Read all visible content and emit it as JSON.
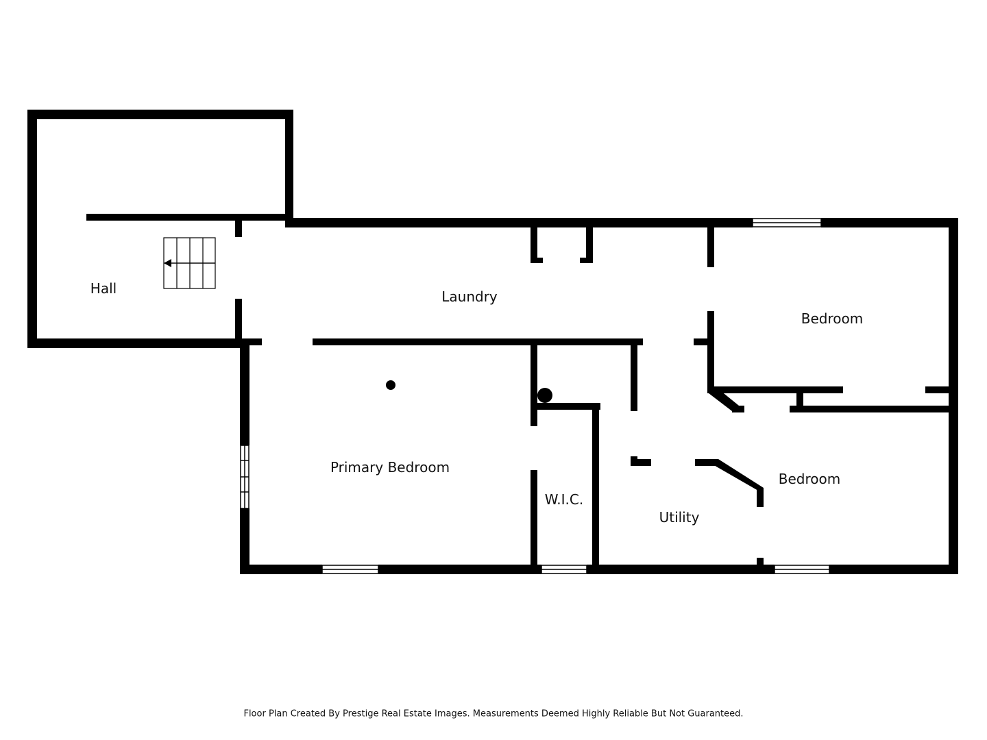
{
  "rooms": {
    "hall": "Hall",
    "laundry": "Laundry",
    "bedroom_top_right": "Bedroom",
    "primary_bedroom": "Primary Bedroom",
    "wic": "W.I.C.",
    "utility": "Utility",
    "bedroom_bottom_right": "Bedroom"
  },
  "footer": {
    "credit": "Floor Plan Created By Prestige Real Estate Images. Measurements Deemed Highly Reliable But Not Guaranteed."
  },
  "colors": {
    "wall": "#000000",
    "background": "#ffffff"
  },
  "icons": [
    "stairs-icon",
    "arrow-left-icon"
  ]
}
